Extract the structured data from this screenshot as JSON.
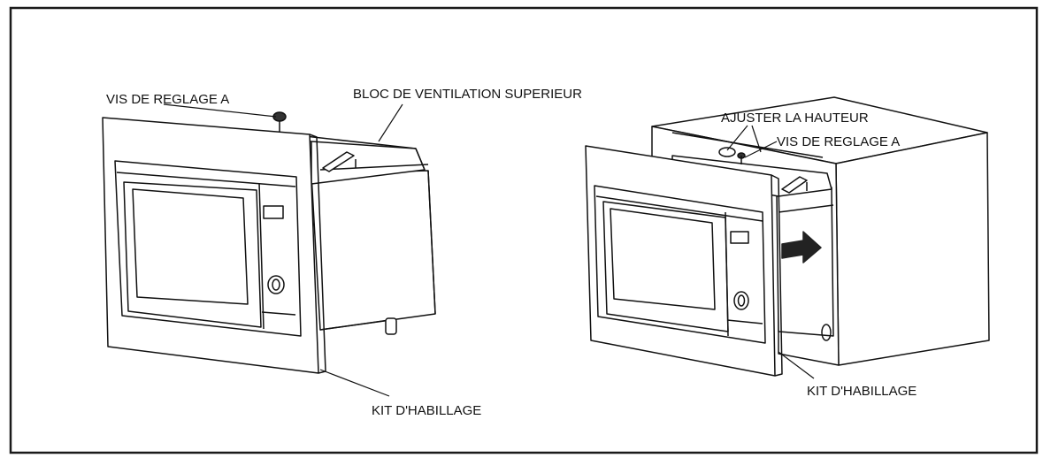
{
  "figure": {
    "left": {
      "label_screw": "VIS DE REGLAGE A",
      "label_vent": "BLOC DE VENTILATION SUPERIEUR",
      "label_kit": "KIT D'HABILLAGE"
    },
    "right": {
      "label_height": "AJUSTER LA HAUTEUR",
      "label_screw": "VIS DE REGLAGE A",
      "label_kit": "KIT D'HABILLAGE"
    }
  },
  "colors": {
    "ink": "#111111",
    "frame": "#1a1a1a",
    "background": "#ffffff",
    "arrow": "#222222"
  }
}
